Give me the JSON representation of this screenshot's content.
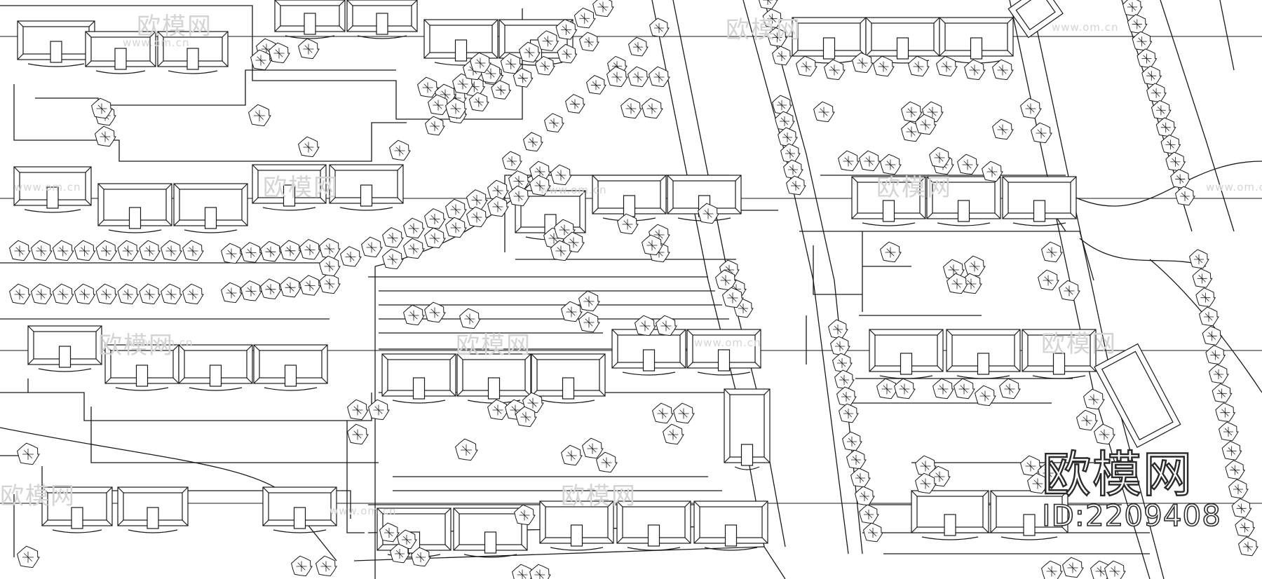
{
  "drawing": {
    "type": "site-plan",
    "line_color": "#1a1a1a",
    "background": "#ffffff",
    "watermark_color": "#d4d4d4"
  },
  "watermark": {
    "name": "欧模网",
    "url": "www.om.cn"
  },
  "brand": {
    "logo": "欧模网",
    "id_text": "ID:2209408"
  },
  "legend_icons": [
    "tree-icon",
    "building-icon",
    "road-line"
  ]
}
